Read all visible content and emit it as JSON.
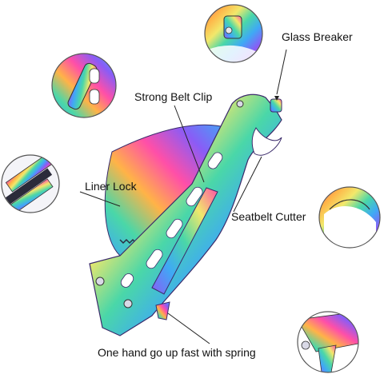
{
  "labels": {
    "glass_breaker": "Glass Breaker",
    "strong_belt_clip": "Strong Belt Clip",
    "liner_lock": "Liner Lock",
    "seatbelt_cutter": "Seatbelt Cutter",
    "spring_assist": "One hand go up fast with spring"
  },
  "colors": {
    "rainbow": [
      "#ff4fa8",
      "#ffb347",
      "#f2e86b",
      "#4ad7a8",
      "#3fa9f5",
      "#8a5cf6",
      "#ff4fa8"
    ],
    "callout_ring": "#555555",
    "leader_line": "#222222",
    "label_text": "#111111"
  }
}
